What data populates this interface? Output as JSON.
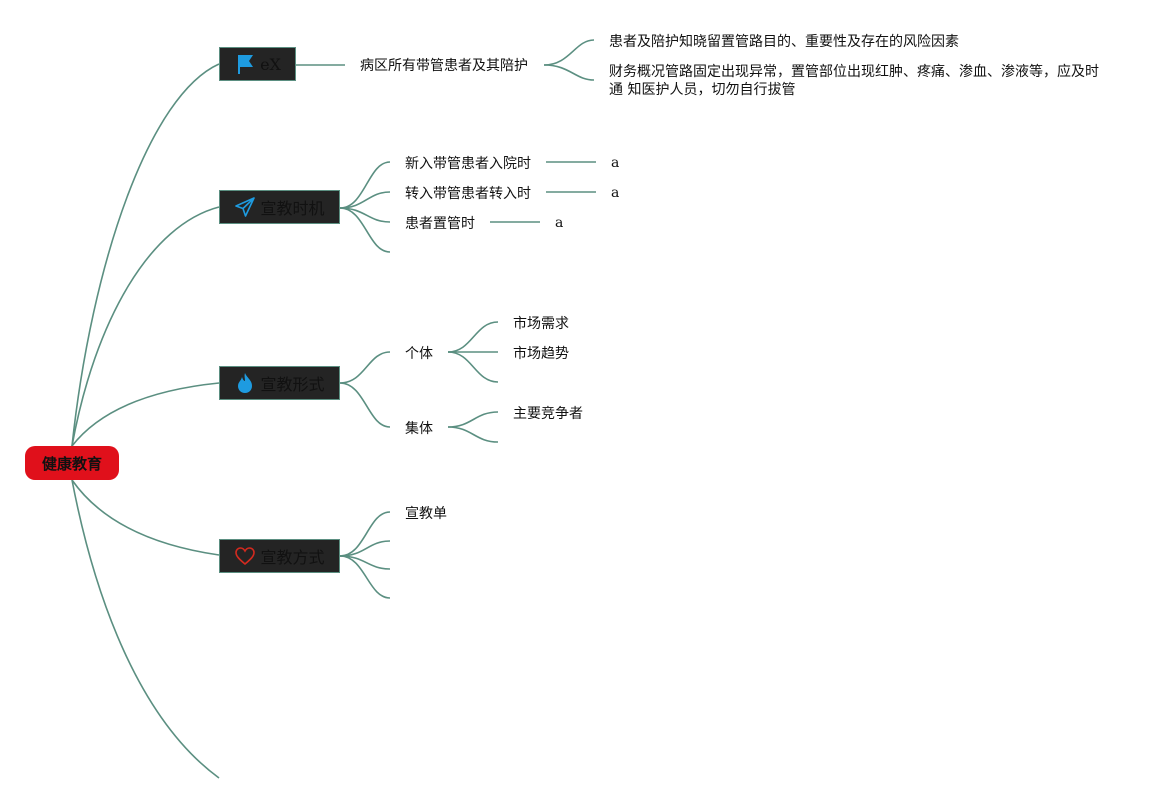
{
  "root": {
    "label": "健康教育"
  },
  "branches": [
    {
      "label": "eX",
      "icon": "flag-icon",
      "children": [
        {
          "label": "病区所有带管患者及其陪护",
          "children": [
            "患者及陪护知晓留置管路目的、重要性及存在的风险因素",
            "财务概况管路固定出现异常，置管部位出现红肿、疼痛、渗血、渗液等，应及时通 知医护人员，切勿自行拔管"
          ]
        }
      ]
    },
    {
      "label": "宣教时机",
      "icon": "paper-plane-icon",
      "children": [
        {
          "label": "新入带管患者入院时",
          "note": "a"
        },
        {
          "label": "转入带管患者转入时",
          "note": "a"
        },
        {
          "label": "患者置管时",
          "note": "a"
        }
      ]
    },
    {
      "label": "宣教形式",
      "icon": "fire-icon",
      "children": [
        {
          "label": "个体",
          "children": [
            "市场需求",
            "市场趋势"
          ]
        },
        {
          "label": "集体",
          "children": [
            "主要竞争者"
          ]
        }
      ]
    },
    {
      "label": "宣教方式",
      "icon": "heart-icon",
      "children": [
        {
          "label": "宣教单"
        }
      ]
    }
  ],
  "colors": {
    "connector": "#5b8f81",
    "root_fill": "#e0101b",
    "branch_fill": "#242424",
    "flag_icon": "#1e9be0",
    "plane_icon": "#1e9be0",
    "fire_icon": "#1e9be0",
    "heart_icon": "#d42a1f"
  }
}
